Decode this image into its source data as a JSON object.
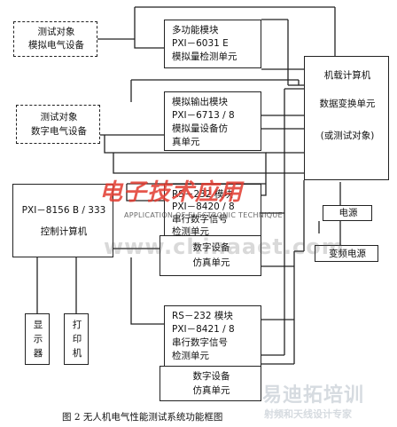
{
  "nodes": {
    "test_analog": {
      "lines": [
        "测试对象",
        "模拟电气设备"
      ]
    },
    "test_digital": {
      "lines": [
        "测试对象",
        "数字电气设备"
      ]
    },
    "pxi_6031e": {
      "lines": [
        "多功能模块",
        "PXI－6031 E",
        "模拟量检测单元"
      ]
    },
    "pxi_6713": {
      "lines": [
        "模拟输出模块",
        "PXI－6713 / 8",
        "模拟量设备仿",
        "真单元"
      ]
    },
    "onboard": {
      "lines": [
        "机载计算机",
        "数据变换单元",
        "(或测试对象)"
      ]
    },
    "pxi_8156b": {
      "lines": [
        "PXI－8156 B / 333",
        "控制计算机"
      ]
    },
    "rs232_8420": {
      "lines": [
        "RS－232 模块",
        "PXI－8420 / 8",
        "串行数字信号",
        "检测单元"
      ]
    },
    "sim_a": {
      "lines": [
        "数字设备",
        "仿真单元"
      ]
    },
    "power": {
      "lines": [
        "电源"
      ]
    },
    "vf_power": {
      "lines": [
        "变频电源"
      ]
    },
    "rs232_8421": {
      "lines": [
        "RS－232 模块",
        "PXI－8421 / 8",
        "串行数字信号",
        "检测单元"
      ]
    },
    "sim_b": {
      "lines": [
        "数字设备",
        "仿真单元"
      ]
    },
    "display": {
      "lines": [
        "显",
        "示",
        "器"
      ]
    },
    "printer": {
      "lines": [
        "打",
        "印",
        "机"
      ]
    }
  },
  "caption": "图 2  无人机电气性能测试系统功能框图",
  "watermarks": {
    "brand": "电子技术应用",
    "brand_en": "APPLICATION OF ELECTRONIC TECHNIQUE",
    "site": "www.chinaaet.com",
    "school": "易迪拓培训",
    "school_sub": "射频和天线设计专家"
  },
  "colors": {
    "line": "#222222",
    "watermark_red": "#e23a2f"
  }
}
